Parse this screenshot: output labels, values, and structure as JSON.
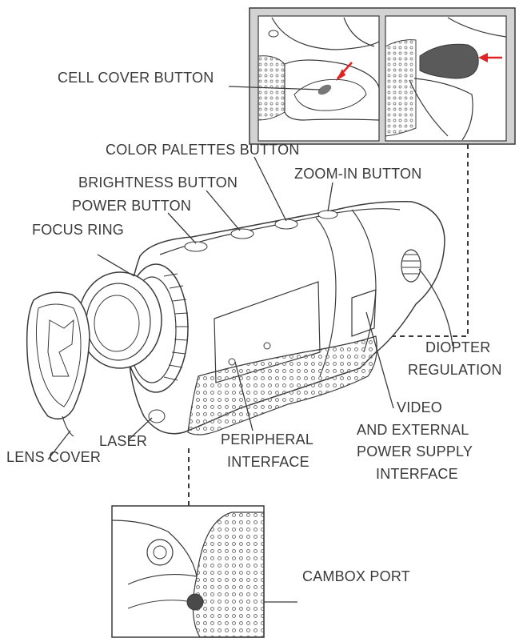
{
  "labels": {
    "cell_cover_button": "CELL COVER BUTTON",
    "color_palettes_button": "COLOR PALETTES BUTTON",
    "brightness_button": "BRIGHTNESS BUTTON",
    "power_button": "POWER BUTTON",
    "zoom_in_button": "ZOOM-IN BUTTON",
    "focus_ring": "FOCUS RING",
    "diopter_line1": "DIOPTER",
    "diopter_line2": "REGULATION",
    "video_line1": "VIDEO",
    "video_line2": "AND EXTERNAL",
    "video_line3": "POWER SUPPLY",
    "video_line4": "INTERFACE",
    "laser": "LASER",
    "peripheral_line1": "PERIPHERAL",
    "peripheral_line2": "INTERFACE",
    "lens_cover": "LENS COVER",
    "cambox_port": "CAMBOX PORT"
  },
  "colors": {
    "line": "#3a3a3a",
    "inset_bg": "#d2d2d2",
    "arrow": "#e02424"
  }
}
